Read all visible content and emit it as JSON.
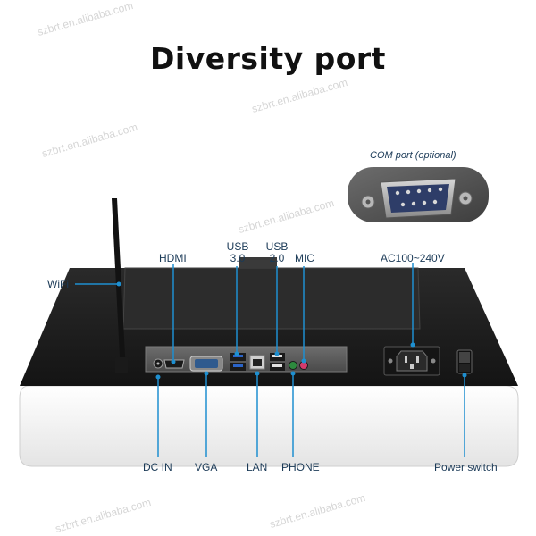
{
  "title": "Diversity port",
  "com_port": {
    "label": "COM port (optional)"
  },
  "ports": {
    "wifi": "WiFi",
    "hdmi": "HDMI",
    "usb3_line1": "USB",
    "usb3_line2": "3.0",
    "usb2_line1": "USB",
    "usb2_line2": "2.0",
    "mic": "MIC",
    "ac": "AC100~240V",
    "dc_in": "DC IN",
    "vga": "VGA",
    "lan": "LAN",
    "phone": "PHONE",
    "power_switch": "Power switch"
  },
  "watermark": "szbrt.en.alibaba.com",
  "colors": {
    "accent_line": "#1e8fd0",
    "body_dark": "#1c1c1c",
    "body_white": "#f4f4f4",
    "label_text": "#1b3a57"
  }
}
